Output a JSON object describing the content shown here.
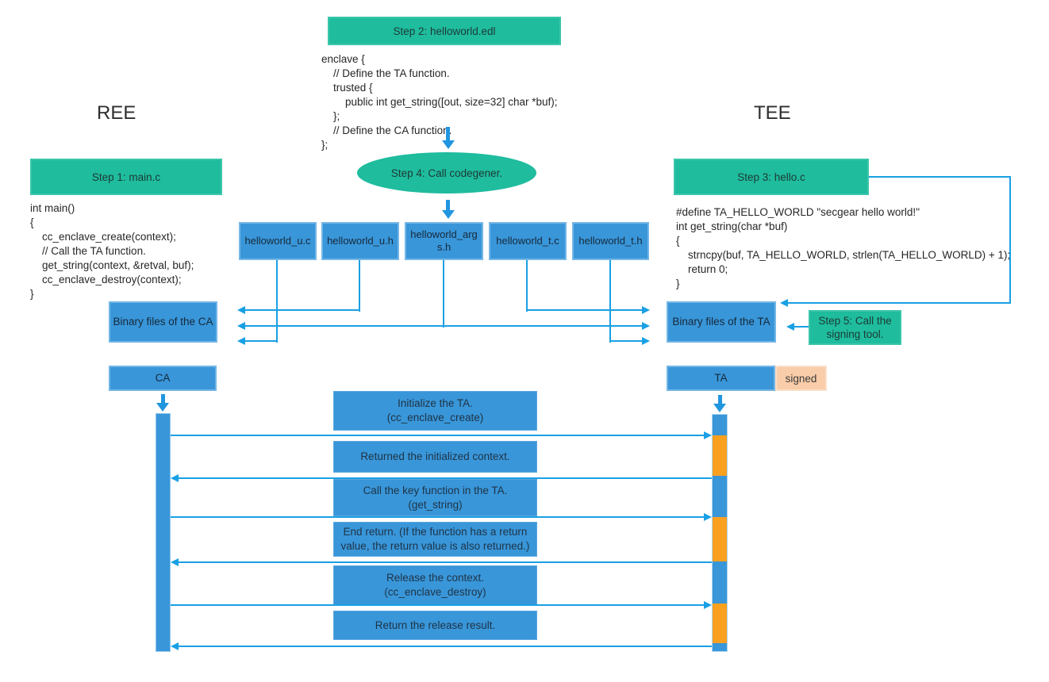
{
  "diagram": {
    "headings": {
      "ree": "REE",
      "tee": "TEE"
    },
    "steps": {
      "step1": "Step 1: main.c",
      "step2": "Step 2: helloworld.edl",
      "step3": "Step 3: hello.c",
      "step4": "Step 4: Call codegener.",
      "step5": "Step 5: Call the signing tool."
    },
    "code": {
      "edl": [
        "enclave {",
        "    // Define the TA function.",
        "    trusted {",
        "        public int get_string([out, size=32] char *buf);",
        "    };",
        "    // Define the CA function.",
        "};"
      ],
      "main_c": [
        "int main()",
        "{",
        "    cc_enclave_create(context);",
        "    // Call the TA function.",
        "    get_string(context, &retval, buf);",
        "    cc_enclave_destroy(context);",
        "}"
      ],
      "hello_c": [
        "#define TA_HELLO_WORLD \"secgear hello world!\"",
        "int get_string(char *buf)",
        "{",
        "    strncpy(buf, TA_HELLO_WORLD, strlen(TA_HELLO_WORLD) + 1);",
        "    return 0;",
        "}"
      ]
    },
    "generated_files": [
      "helloworld_u.c",
      "helloworld_u.h",
      "helloworld_args.h",
      "helloworld_t.c",
      "helloworld_t.h"
    ],
    "binaries": {
      "ca": "Binary files of the CA",
      "ta": "Binary files of the TA"
    },
    "artifacts": {
      "ca": "CA",
      "ta": "TA",
      "signed": "signed"
    },
    "sequence": {
      "messages": [
        {
          "label": "Initialize the TA.",
          "sub": "(cc_enclave_create)",
          "direction": "right"
        },
        {
          "label": "Returned the initialized context.",
          "sub": "",
          "direction": "left"
        },
        {
          "label": "Call the key function in the TA.",
          "sub": "(get_string)",
          "direction": "right"
        },
        {
          "label": "End return. (If the function has a return value, the return value is also returned.)",
          "sub": "",
          "direction": "left"
        },
        {
          "label": "Release the context.",
          "sub": "(cc_enclave_destroy)",
          "direction": "right"
        },
        {
          "label": "Return the release result.",
          "sub": "",
          "direction": "left"
        }
      ]
    },
    "colors": {
      "green": "#1fbc9e",
      "blue": "#3996d9",
      "orange": "#f9a01f",
      "peach": "#f9cda9",
      "line_blue": "#19a0e4",
      "text": "#262626"
    }
  }
}
